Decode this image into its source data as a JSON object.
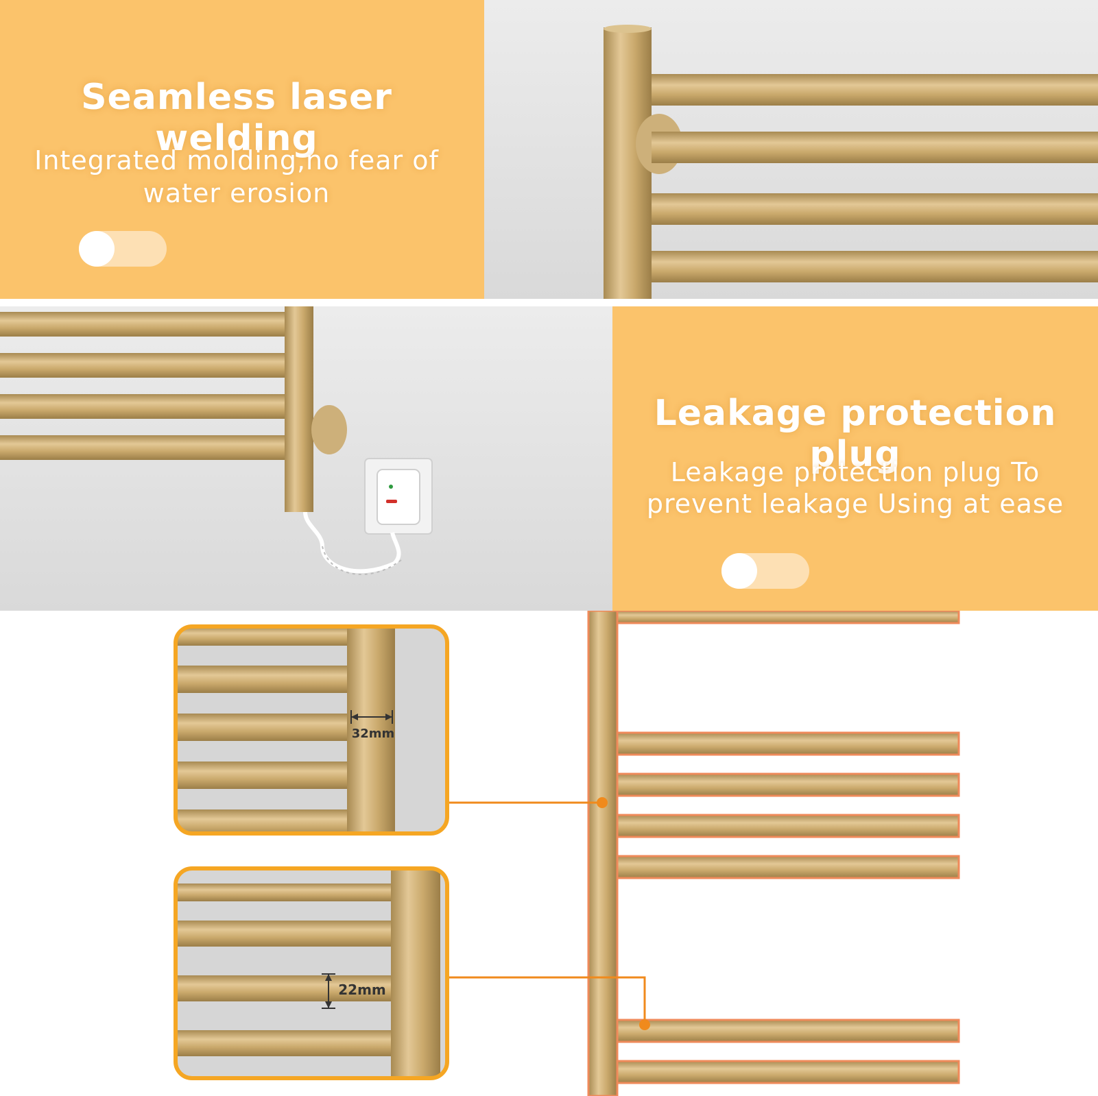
{
  "colors": {
    "panel_orange": "#fbc36b",
    "toggle_track": "#fde0b4",
    "brass": "#c9a76a",
    "accent_line": "#f08a1c",
    "copper_outline": "#ef8a5a"
  },
  "feature_welding": {
    "title": "Seamless laser welding",
    "subtitle_line1": "Integrated molding,no fear of",
    "subtitle_line2": "water erosion",
    "toggle_on": false
  },
  "feature_plug": {
    "title": "Leakage protection plug",
    "subtitle_line1": "Leakage protection plug To",
    "subtitle_line2": "prevent leakage Using at ease",
    "toggle_on": false
  },
  "dimensions": {
    "upright_diameter": "32mm",
    "bar_diameter": "22mm"
  }
}
